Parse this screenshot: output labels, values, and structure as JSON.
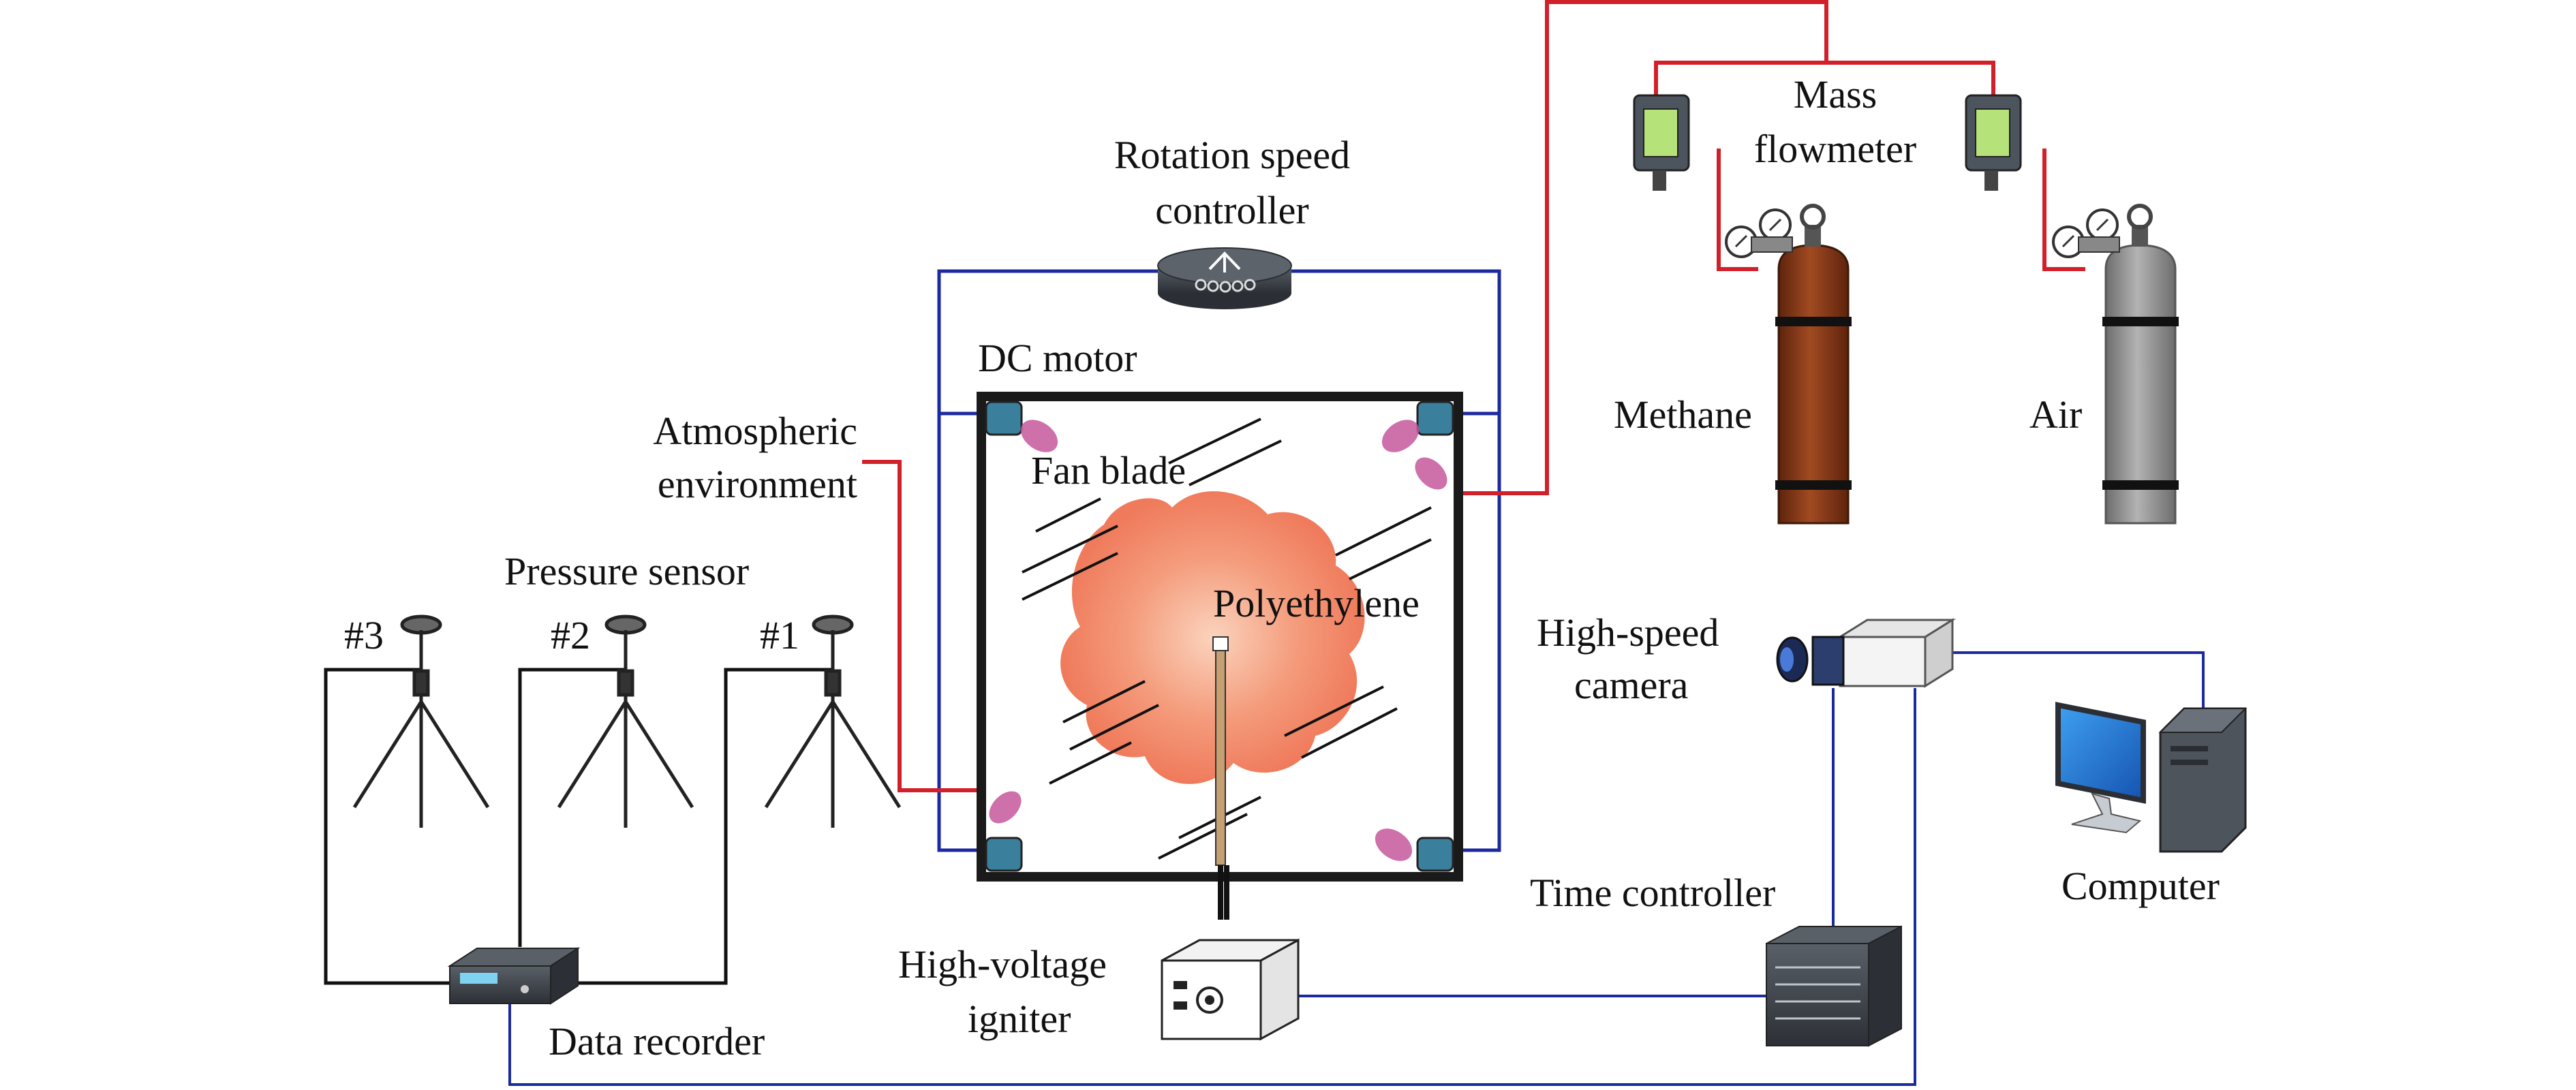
{
  "labels": {
    "rotation_speed_controller": [
      "Rotation speed",
      "controller"
    ],
    "dc_motor": "DC motor",
    "atmospheric_environment": [
      "Atmospheric",
      "environment"
    ],
    "fan_blade": "Fan blade",
    "polyethylene": "Polyethylene",
    "pressure_sensor": "Pressure sensor",
    "sensor_3": "#3",
    "sensor_2": "#2",
    "sensor_1": "#1",
    "mass_flowmeter": [
      "Mass",
      "flowmeter"
    ],
    "methane": "Methane",
    "air": "Air",
    "high_speed_camera": [
      "High-speed",
      "camera"
    ],
    "time_controller": "Time controller",
    "computer": "Computer",
    "high_voltage_igniter": [
      "High-voltage",
      "igniter"
    ],
    "data_recorder": "Data recorder"
  },
  "colors": {
    "gas_line": "#d1202a",
    "signal_line": "#1c2aa0",
    "data_line": "#111111",
    "chamber_frame": "#1a1a1a",
    "flame": "#f2856a",
    "flame_core": "#f8c0a6",
    "methane_cylinder": "#8a3a1a",
    "air_cylinder": "#909090",
    "monitor_blue": "#1e6fd0"
  }
}
